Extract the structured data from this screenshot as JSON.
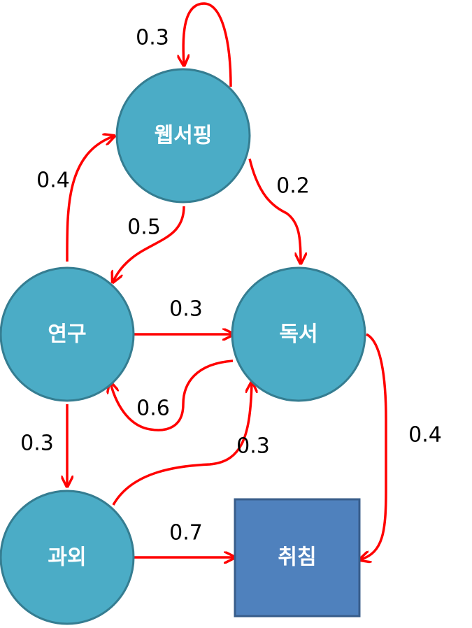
{
  "colors": {
    "state_fill": "#4bacc6",
    "state_stroke": "#357d91",
    "absorbing_fill": "#4f81bd",
    "edge": "#ff0000",
    "label_text": "#ffffff"
  },
  "diagram": {
    "nodes": {
      "websurfing": "웹서핑",
      "research": "연구",
      "reading": "독서",
      "tutoring": "과외",
      "sleep": "취침"
    },
    "edges": {
      "websurfing_self": "0.3",
      "research_to_websurfing": "0.4",
      "websurfing_to_research": "0.5",
      "websurfing_to_reading": "0.2",
      "research_to_reading": "0.3",
      "reading_to_research": "0.6",
      "research_to_tutoring": "0.3",
      "tutoring_to_reading": "0.3",
      "tutoring_to_sleep": "0.7",
      "reading_to_sleep": "0.4"
    }
  }
}
